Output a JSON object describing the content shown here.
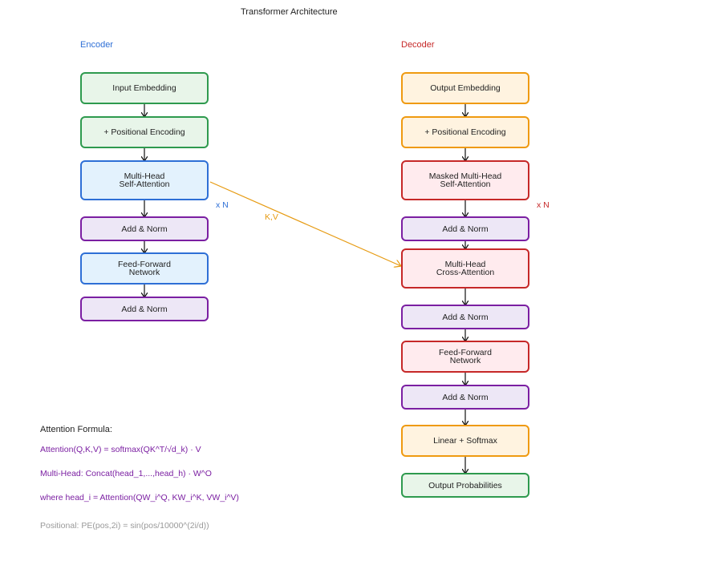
{
  "title": "Transformer Architecture",
  "encoder": {
    "label": "Encoder",
    "repeat": "x N",
    "blocks": [
      {
        "text": "Input Embedding",
        "color": "green"
      },
      {
        "text": "+ Positional Encoding",
        "color": "green"
      },
      {
        "text": "Multi-Head\nSelf-Attention",
        "color": "blue"
      },
      {
        "text": "Add & Norm",
        "color": "purple"
      },
      {
        "text": "Feed-Forward\nNetwork",
        "color": "blue"
      },
      {
        "text": "Add & Norm",
        "color": "purple"
      }
    ]
  },
  "decoder": {
    "label": "Decoder",
    "repeat": "x N",
    "blocks": [
      {
        "text": "Output Embedding",
        "color": "orange"
      },
      {
        "text": "+ Positional Encoding",
        "color": "orange"
      },
      {
        "text": "Masked Multi-Head\nSelf-Attention",
        "color": "red"
      },
      {
        "text": "Add & Norm",
        "color": "purple"
      },
      {
        "text": "Multi-Head\nCross-Attention",
        "color": "red"
      },
      {
        "text": "Add & Norm",
        "color": "purple"
      },
      {
        "text": "Feed-Forward\nNetwork",
        "color": "red"
      },
      {
        "text": "Add & Norm",
        "color": "purple"
      },
      {
        "text": "Linear + Softmax",
        "color": "orange"
      },
      {
        "text": "Output Probabilities",
        "color": "green"
      }
    ]
  },
  "cross_link_label": "K,V",
  "formulas": {
    "heading": "Attention Formula:",
    "attention": "Attention(Q,K,V) = softmax(QK^T/√d_k) · V",
    "multihead": "Multi-Head: Concat(head_1,...,head_h) · W^O",
    "head_def": "where head_i = Attention(QW_i^Q, KW_i^K, VW_i^V)",
    "positional": "Positional: PE(pos,2i) = sin(pos/10000^(2i/d))"
  },
  "colors": {
    "encoder_accent": "#2e6fd6",
    "decoder_accent": "#c62828",
    "cross_link": "#e69a10",
    "formula_text": "#7b1fa2",
    "positional_text": "#999999"
  }
}
